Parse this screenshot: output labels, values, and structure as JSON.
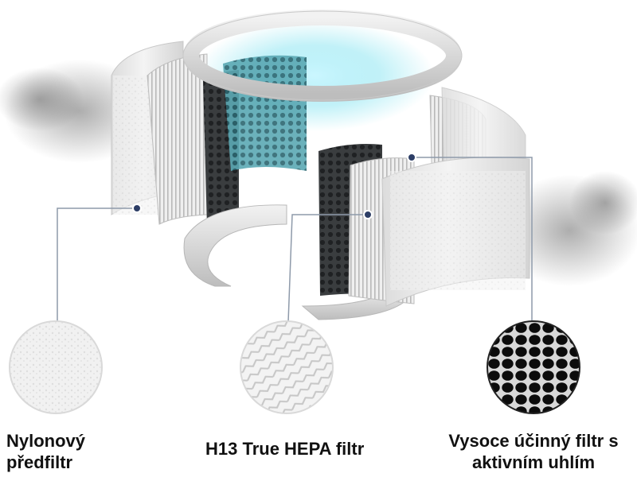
{
  "labels": {
    "prefilter": [
      "Nylonový",
      "předfiltr"
    ],
    "hepa": "H13 True HEPA filtr",
    "carbon": [
      "Vysoce účinný filtr s",
      "aktivním uhlím"
    ]
  },
  "icons": {
    "prefilter_swatch": "nylon-mesh-texture-icon",
    "hepa_swatch": "pleated-hepa-texture-icon",
    "carbon_swatch": "honeycomb-carbon-texture-icon"
  },
  "colors": {
    "callout_line": "#8e9aaa",
    "callout_dot": "#2d3e66",
    "glow": "#8fe6f2",
    "carbon": "#2f3234"
  }
}
